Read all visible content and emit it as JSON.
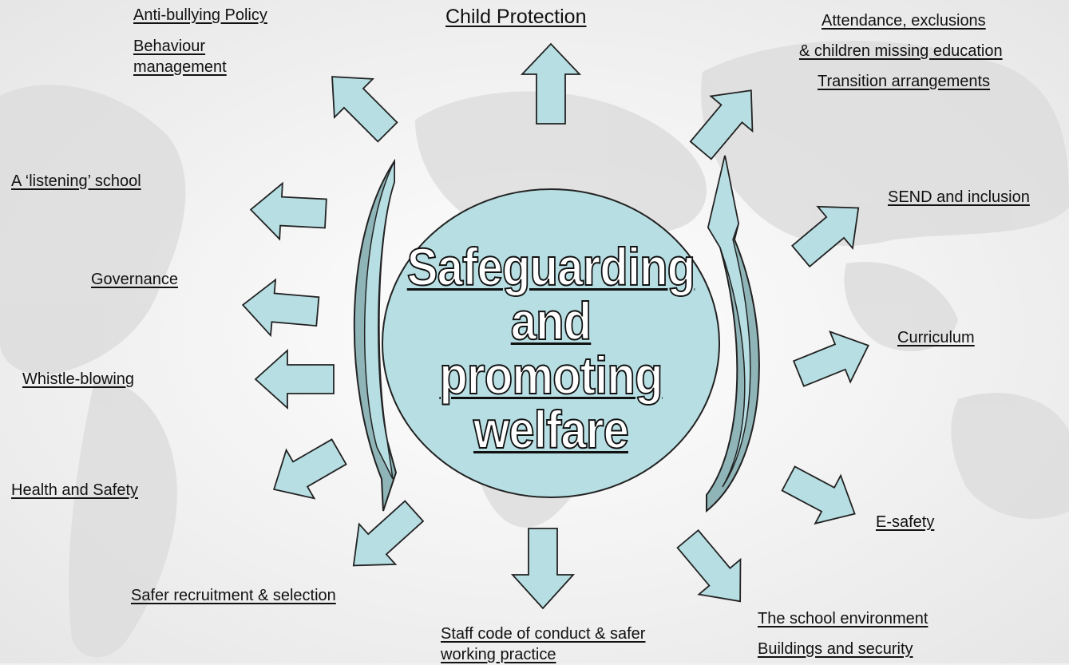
{
  "colors": {
    "fill": "#b7dfe3",
    "dark_fill": "#8fb5b8",
    "stroke": "#222222",
    "background": "#f2f2f2",
    "map": "#dcdcdc"
  },
  "center": {
    "lines": [
      "Safeguarding",
      "and promoting",
      "welfare"
    ]
  },
  "labels": {
    "anti_bullying": "Anti-bullying Policy",
    "behaviour_1": "Behaviour",
    "behaviour_2": "management",
    "child_protection": "Child Protection",
    "attendance_1": "Attendance, exclusions",
    "attendance_2": "& children missing education",
    "transition": "Transition arrangements",
    "listening": "A ‘listening’ school",
    "send": "SEND and inclusion",
    "governance": "Governance",
    "curriculum": "Curriculum",
    "whistle": "Whistle-blowing",
    "health": "Health and Safety",
    "esafety": "E-safety",
    "recruitment": "Safer recruitment & selection",
    "staff_code_1": "Staff code of conduct & safer",
    "staff_code_2": "working practice",
    "environment": "The school environment",
    "buildings": "Buildings and security"
  }
}
